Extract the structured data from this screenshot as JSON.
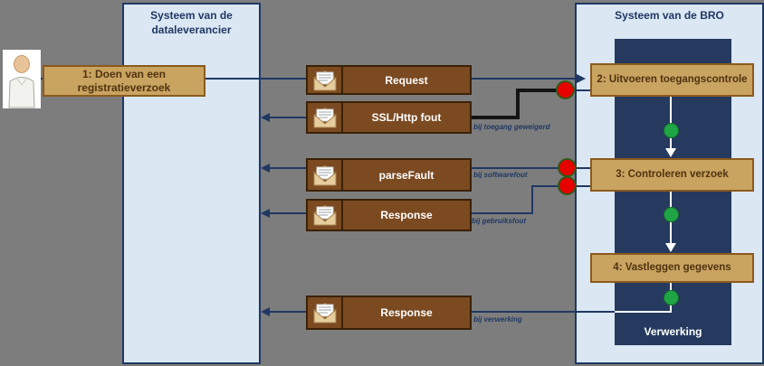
{
  "lanes": [
    {
      "title": "Systeem van de dataleverancier"
    },
    {
      "title": "Systeem van de BRO",
      "inner_label": "Verwerking"
    }
  ],
  "actor": {
    "icon": "person-icon",
    "label": "1: Doen van een registratieverzoek"
  },
  "steps": [
    {
      "label": "2: Uitvoeren toegangscontrole"
    },
    {
      "label": "3:  Controleren verzoek"
    },
    {
      "label": "4: Vastleggen gegevens"
    }
  ],
  "messages": [
    {
      "label": "Request",
      "icon": "envelope-icon",
      "direction": "to-bro"
    },
    {
      "label": "SSL/Http fout",
      "icon": "envelope-icon",
      "direction": "to-dataleverancier",
      "condition": "bij toegang geweigerd"
    },
    {
      "label": "parseFault",
      "icon": "envelope-icon",
      "direction": "to-dataleverancier",
      "condition": "bij softwarefout"
    },
    {
      "label": "Response",
      "icon": "envelope-icon",
      "direction": "to-dataleverancier",
      "condition": "bij gebruiksfout"
    },
    {
      "label": "Response",
      "icon": "envelope-icon",
      "direction": "to-dataleverancier",
      "condition": "bij verwerking"
    }
  ],
  "colors": {
    "background": "#7d7d7d",
    "lane_fill": "#dbe7f3",
    "lane_border": "#1f3864",
    "processing_panel": "#253a5e",
    "step_fill": "#c9a360",
    "step_border": "#8a5a1e",
    "message_fill": "#7b4a21",
    "error_dot": "#e60000",
    "flow_dot": "#1fa546",
    "connector": "#1f3864",
    "error_connector": "#141414"
  }
}
